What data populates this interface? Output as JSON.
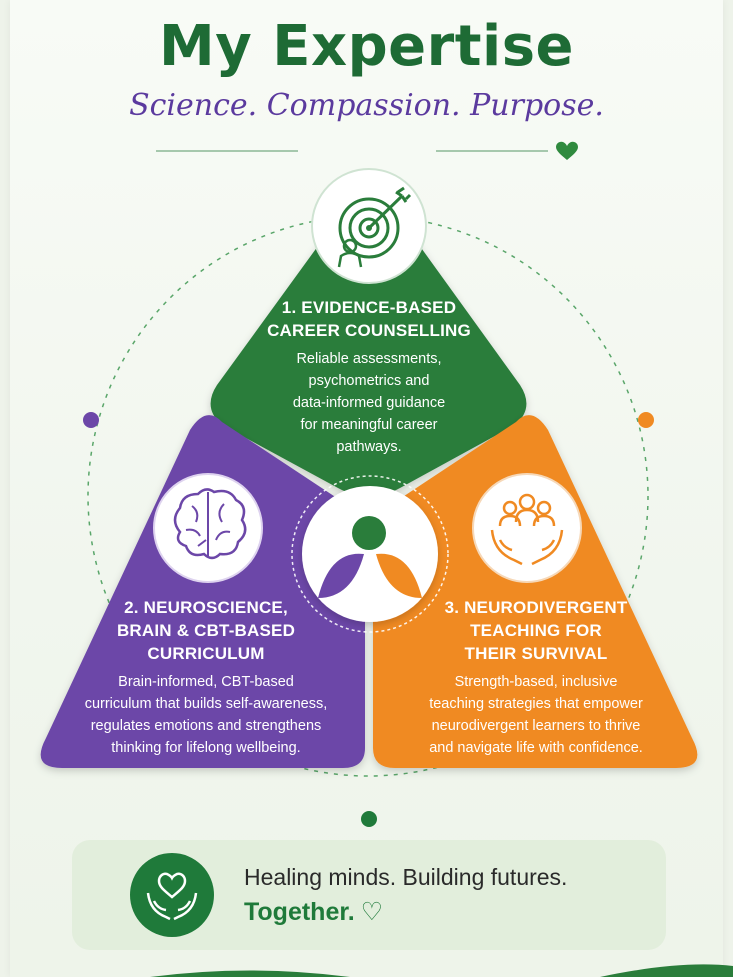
{
  "header": {
    "title": "My Expertise",
    "subtitle": "Science. Compassion. Purpose."
  },
  "colors": {
    "green": "#2a7d3b",
    "purple": "#6c47a8",
    "orange": "#f08a22",
    "dark_green": "#1e6b35"
  },
  "sections": [
    {
      "title_lines": [
        "1. EVIDENCE-BASED",
        "CAREER COUNSELLING"
      ],
      "desc_lines": [
        "Reliable assessments,",
        "psychometrics and",
        "data-informed guidance",
        "for meaningful career",
        "pathways."
      ],
      "icon": "target-arrow-icon"
    },
    {
      "title_lines": [
        "2. NEUROSCIENCE,",
        "BRAIN & CBT-BASED",
        "CURRICULUM"
      ],
      "desc_lines": [
        "Brain-informed, CBT-based",
        "curriculum that builds self-awareness,",
        "regulates emotions and strengthens",
        "thinking for lifelong wellbeing."
      ],
      "icon": "brain-icon"
    },
    {
      "title_lines": [
        "3. NEURODIVERGENT",
        "TEACHING FOR",
        "THEIR SURVIVAL"
      ],
      "desc_lines": [
        "Strength-based, inclusive",
        "teaching strategies that empower",
        "neurodivergent learners to thrive",
        "and navigate life with confidence."
      ],
      "icon": "hands-people-icon"
    }
  ],
  "center_icon": "leaf-logo-icon",
  "banner": {
    "line1": "Healing minds. Building futures.",
    "line2": "Together.",
    "heart": "♡",
    "icon": "hands-heart-icon"
  }
}
